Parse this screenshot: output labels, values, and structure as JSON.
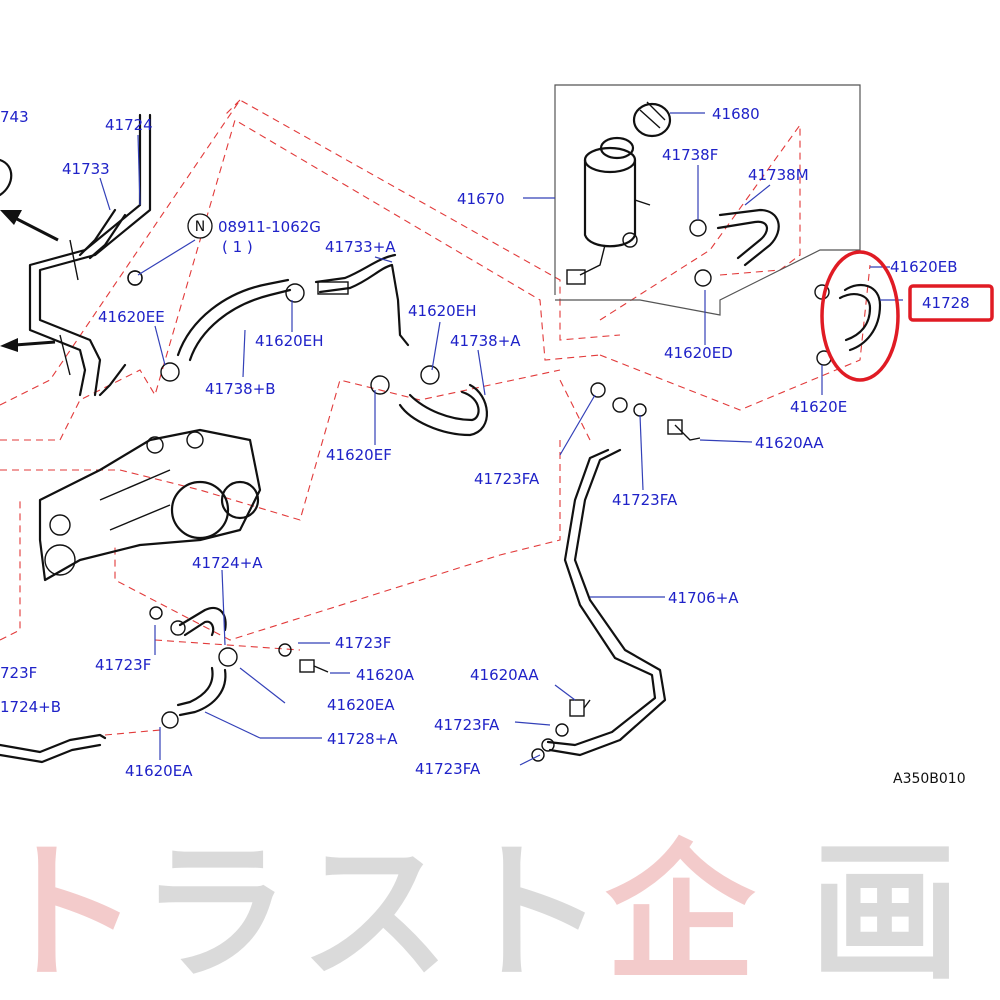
{
  "diagram_code": "A350B010",
  "note_symbol": "N",
  "note_part": "08911-1062G",
  "note_qty": "( 1 )",
  "labels": {
    "l41743": "743",
    "l41724": "41724",
    "l41733": "41733",
    "l41733A": "41733+A",
    "l41620EE": "41620EE",
    "l41620EH_a": "41620EH",
    "l41738B": "41738+B",
    "l41620EH_b": "41620EH",
    "l41738A": "41738+A",
    "l41620EF": "41620EF",
    "l41670": "41670",
    "l41680": "41680",
    "l41738F": "41738F",
    "l41738M": "41738M",
    "l41620EB": "41620EB",
    "l41728": "41728",
    "l41620ED": "41620ED",
    "l41620E": "41620E",
    "l41620AA_a": "41620AA",
    "l41723FA_a": "41723FA",
    "l41723FA_b": "41723FA",
    "l41706A": "41706+A",
    "l41724A": "41724+A",
    "l41723F_a": "41723F",
    "l41723F_b": "41723F",
    "l41620A": "41620A",
    "l41723F_c": "723F",
    "l41620EA_a": "41620EA",
    "l41724B": "1724+B",
    "l41728A": "41728+A",
    "l41620EA_b": "41620EA",
    "l41620AA_b": "41620AA",
    "l41723FA_c": "41723FA",
    "l41723FA_d": "41723FA"
  },
  "highlight_part": "41728",
  "watermark": "トラスト企画",
  "colors": {
    "label_blue": "#1f22c8",
    "leader_blue": "#3340b8",
    "dash_red": "#e23a3a",
    "highlight_red": "#e01b24",
    "watermark_red": "#f3c9c9",
    "watermark_gray": "#d9d9d9"
  }
}
